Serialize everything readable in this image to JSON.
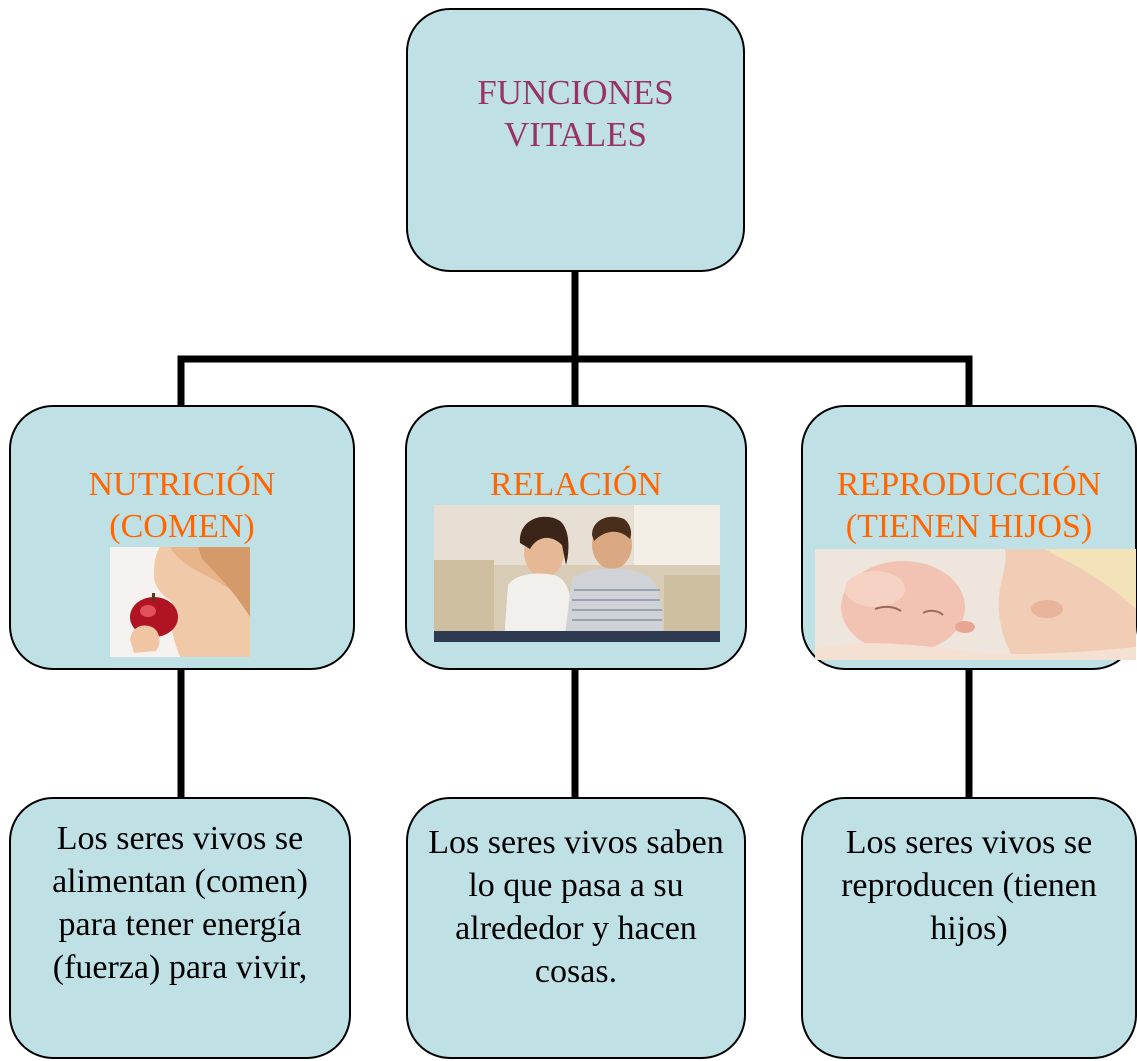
{
  "root": {
    "title_line1": "FUNCIONES",
    "title_line2": "VITALES"
  },
  "functions": [
    {
      "title_line1": "NUTRICIÓN",
      "title_line2": "(COMEN)",
      "image": "woman-biting-apple-photo"
    },
    {
      "title_line1": "RELACIÓN",
      "title_line2": "",
      "image": "couple-on-sofa-photo"
    },
    {
      "title_line1": "REPRODUCCIÓN",
      "title_line2": "(TIENEN HIJOS)",
      "image": "mother-and-baby-photo"
    }
  ],
  "descriptions": [
    "Los seres vivos se alimentan (comen) para tener energía (fuerza) para vivir,",
    "Los seres vivos saben lo que pasa a su alrededor y hacen cosas.",
    "Los seres vivos se reproducen (tienen hijos)"
  ],
  "colors": {
    "box_fill": "#bfe1e6",
    "root_text": "#993366",
    "function_text": "#ff6600",
    "description_text": "#000000",
    "connector": "#000000"
  }
}
